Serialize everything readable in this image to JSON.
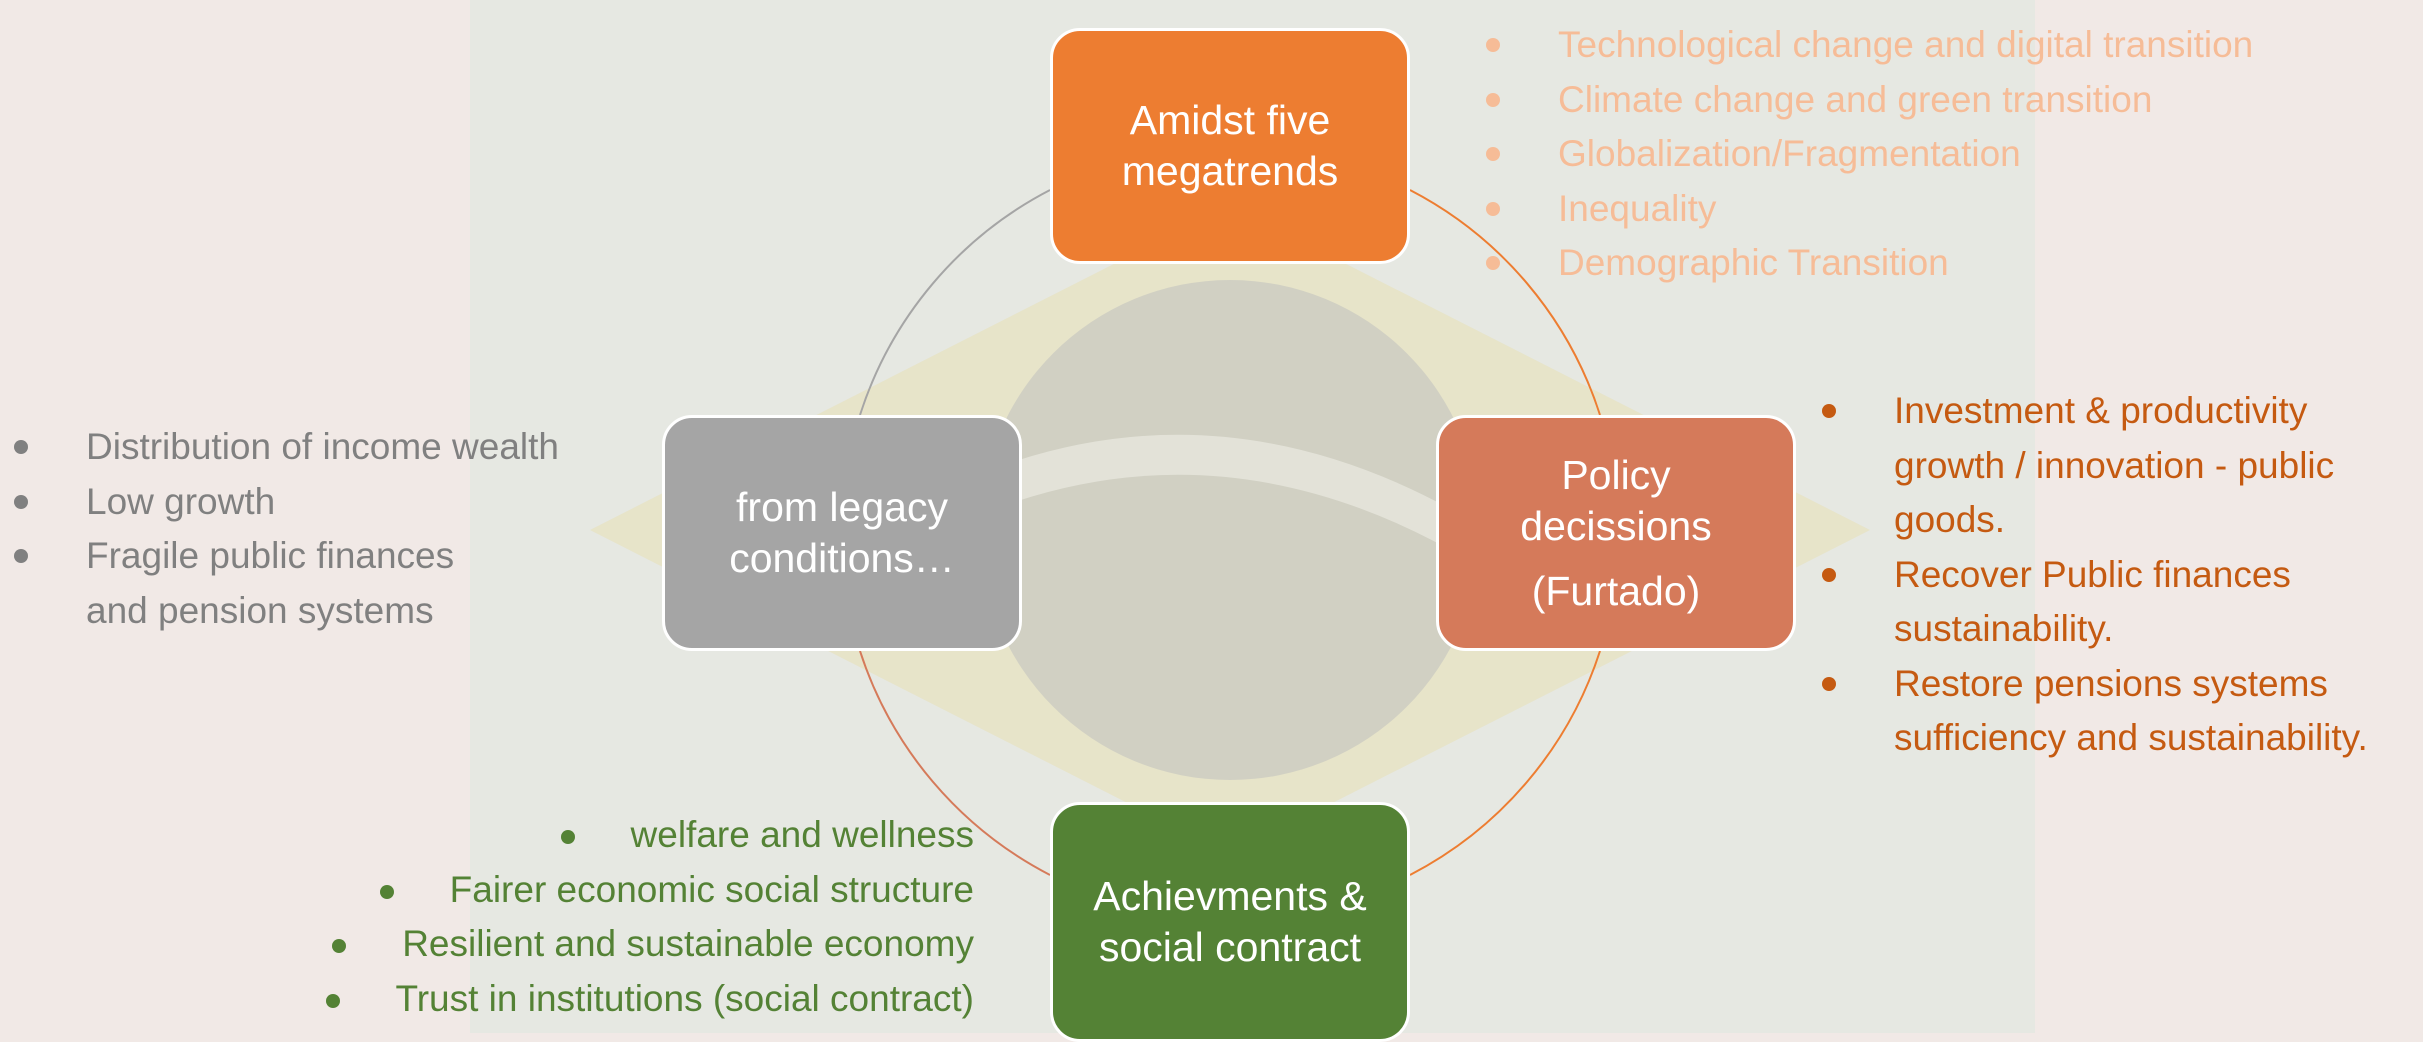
{
  "colors": {
    "megatrends": "#ed7d31",
    "policy": "#d57a5a",
    "legacy": "#a5a5a5",
    "achievements": "#548235",
    "megatrends_text": "#f6bc97",
    "legacy_text": "#808080",
    "policy_text": "#c55a11",
    "achievements_text": "#548235"
  },
  "cycle": {
    "megatrends": {
      "lines": [
        "Amidst five",
        "megatrends"
      ]
    },
    "policy": {
      "lines": [
        "Policy",
        "decissions",
        "(Furtado)"
      ]
    },
    "legacy": {
      "lines": [
        "from legacy",
        "conditions…"
      ]
    },
    "achievements": {
      "lines": [
        "Achievments &",
        "social contract"
      ]
    }
  },
  "megatrends_list": [
    "Technological change and digital transition",
    "Climate change and green transition",
    "Globalization/Fragmentation",
    "Inequality",
    "Demographic Transition"
  ],
  "legacy_list": [
    "Distribution of income wealth",
    "Low growth",
    "Fragile public finances and pension systems"
  ],
  "policy_list": [
    "Investment & productivity growth / innovation - public goods.",
    "Recover Public finances sustainability.",
    "Restore pensions systems sufficiency and sustainability."
  ],
  "achievements_list": [
    "welfare and wellness",
    "Fairer economic social structure",
    "Resilient and sustainable economy",
    "Trust in institutions (social contract)"
  ]
}
